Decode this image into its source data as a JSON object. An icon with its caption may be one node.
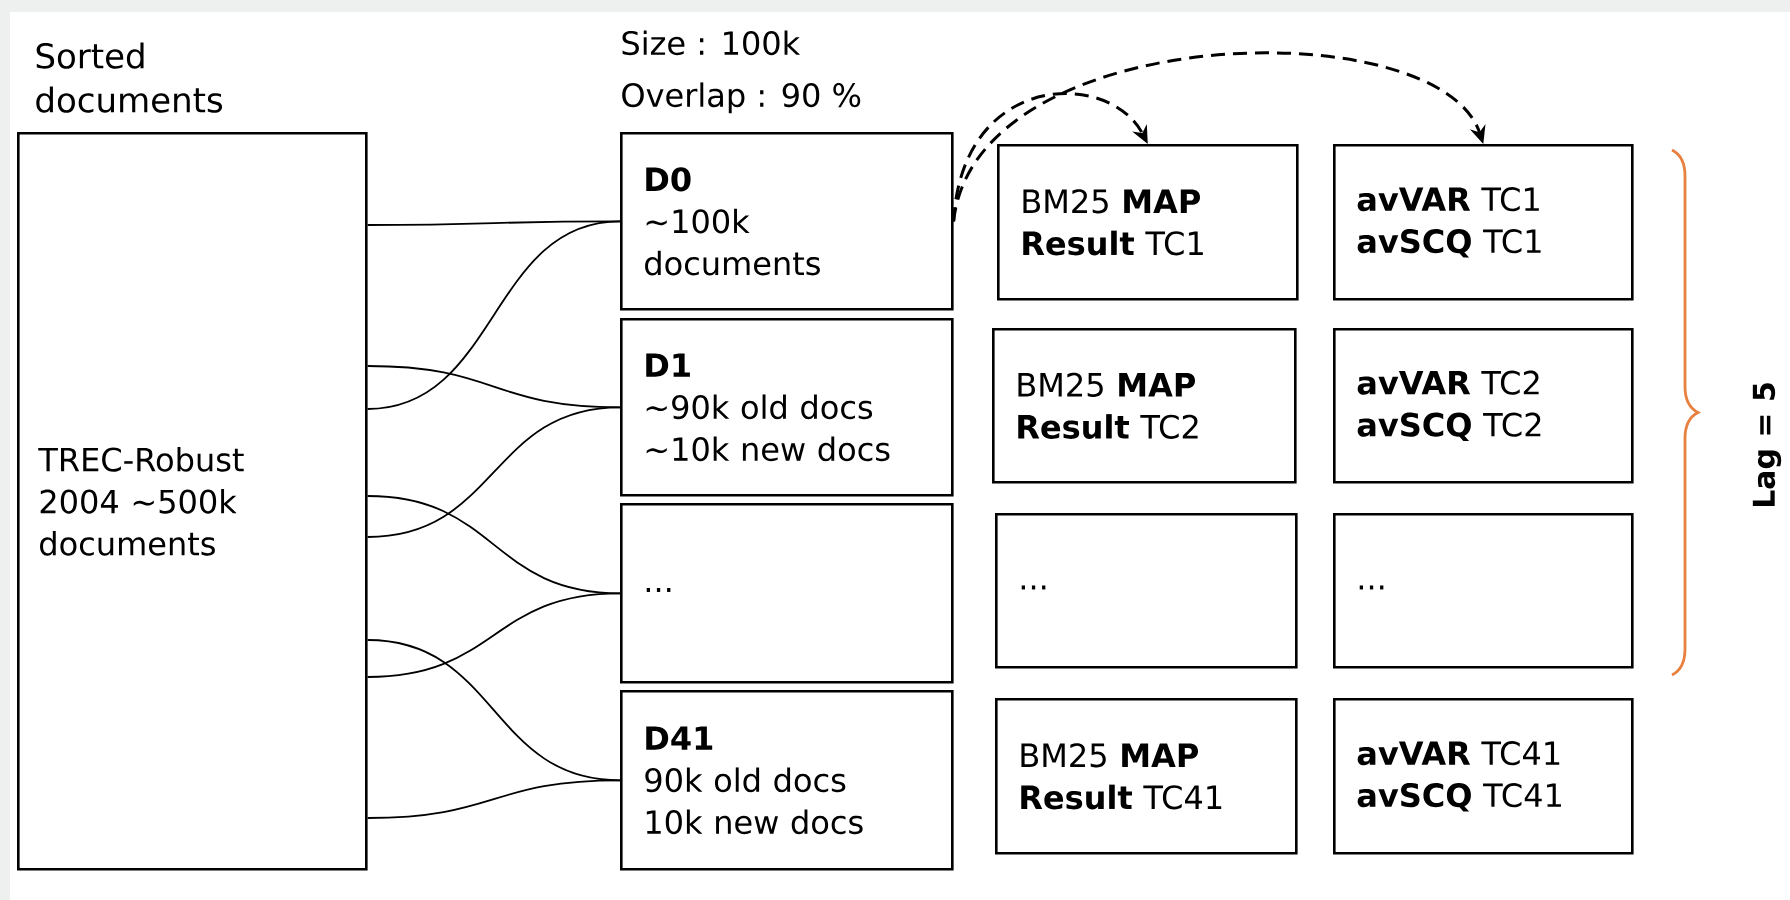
{
  "diagram": {
    "nodes": [
      {
        "text": [
          "Sorted documents",
          "TREC-Robust 2004 ~500k documents"
        ]
      },
      {
        "text": [
          "D0",
          "~100k documents"
        ]
      },
      {
        "text": [
          "BM25 **MAP** **Result** TC1"
        ]
      },
      {
        "text": [
          "**avVAR** TC1 **avSCQ** TC1"
        ]
      },
      {
        "text": [
          "D1",
          "~90k old docs ~10k new docs"
        ]
      },
      {
        "text": [
          "BM25 **MAP** **Result** TC2"
        ]
      },
      {
        "text": [
          "**avVAR** TC2 **avSCQ** TC2"
        ]
      },
      {
        "text": [
          "..."
        ]
      },
      {
        "text": [
          "..."
        ]
      },
      {
        "text": [
          "..."
        ]
      },
      {
        "text": [
          "D41",
          "90k old docs 10k new docs"
        ]
      },
      {
        "text": [
          "BM25 **MAP** **Result** TC41"
        ]
      },
      {
        "text": [
          "**avVAR** TC41 **avSCQ** TC41"
        ]
      }
    ],
    "edges": [
      {
        "from": 0,
        "to": 1,
        "arrow": "none"
      },
      {
        "from": 0,
        "to": 1,
        "arrow": "none"
      },
      {
        "from": 0,
        "to": 4,
        "arrow": "none"
      },
      {
        "from": 0,
        "to": 4,
        "arrow": "none"
      },
      {
        "from": 0,
        "to": 7,
        "arrow": "none"
      },
      {
        "from": 0,
        "to": 7,
        "arrow": "none"
      },
      {
        "from": 0,
        "to": 10,
        "arrow": "none"
      },
      {
        "from": 0,
        "to": 10,
        "arrow": "none"
      },
      {
        "from": 1,
        "to": 2,
        "arrow": "to",
        "style": "dashed"
      },
      {
        "from": 1,
        "to": 3,
        "arrow": "to",
        "style": "dashed"
      }
    ],
    "labels": [
      "Size : 100k",
      "Overlap : 90 %",
      "Lag = 5"
    ]
  }
}
